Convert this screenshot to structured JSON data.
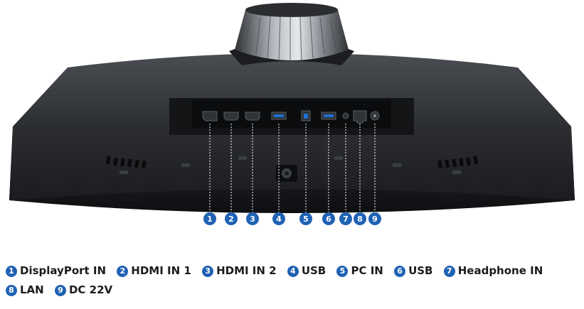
{
  "accent_color": "#1f62b4",
  "product": "curved-monitor-rear-bottom-view",
  "ports": [
    {
      "num": "1",
      "label": "DisplayPort IN",
      "icon": "displayport-port-icon"
    },
    {
      "num": "2",
      "label": "HDMI IN 1",
      "icon": "hdmi-port-icon"
    },
    {
      "num": "3",
      "label": "HDMI IN 2",
      "icon": "hdmi-port-icon"
    },
    {
      "num": "4",
      "label": "USB",
      "icon": "usb-a-port-icon"
    },
    {
      "num": "5",
      "label": "PC IN",
      "icon": "usb-b-port-icon"
    },
    {
      "num": "6",
      "label": "USB",
      "icon": "usb-a-port-icon"
    },
    {
      "num": "7",
      "label": "Headphone IN",
      "icon": "headphone-jack-icon"
    },
    {
      "num": "8",
      "label": "LAN",
      "icon": "lan-port-icon"
    },
    {
      "num": "9",
      "label": "DC 22V",
      "icon": "dc-power-jack-icon"
    }
  ],
  "control_icon": "joystick-control-icon"
}
